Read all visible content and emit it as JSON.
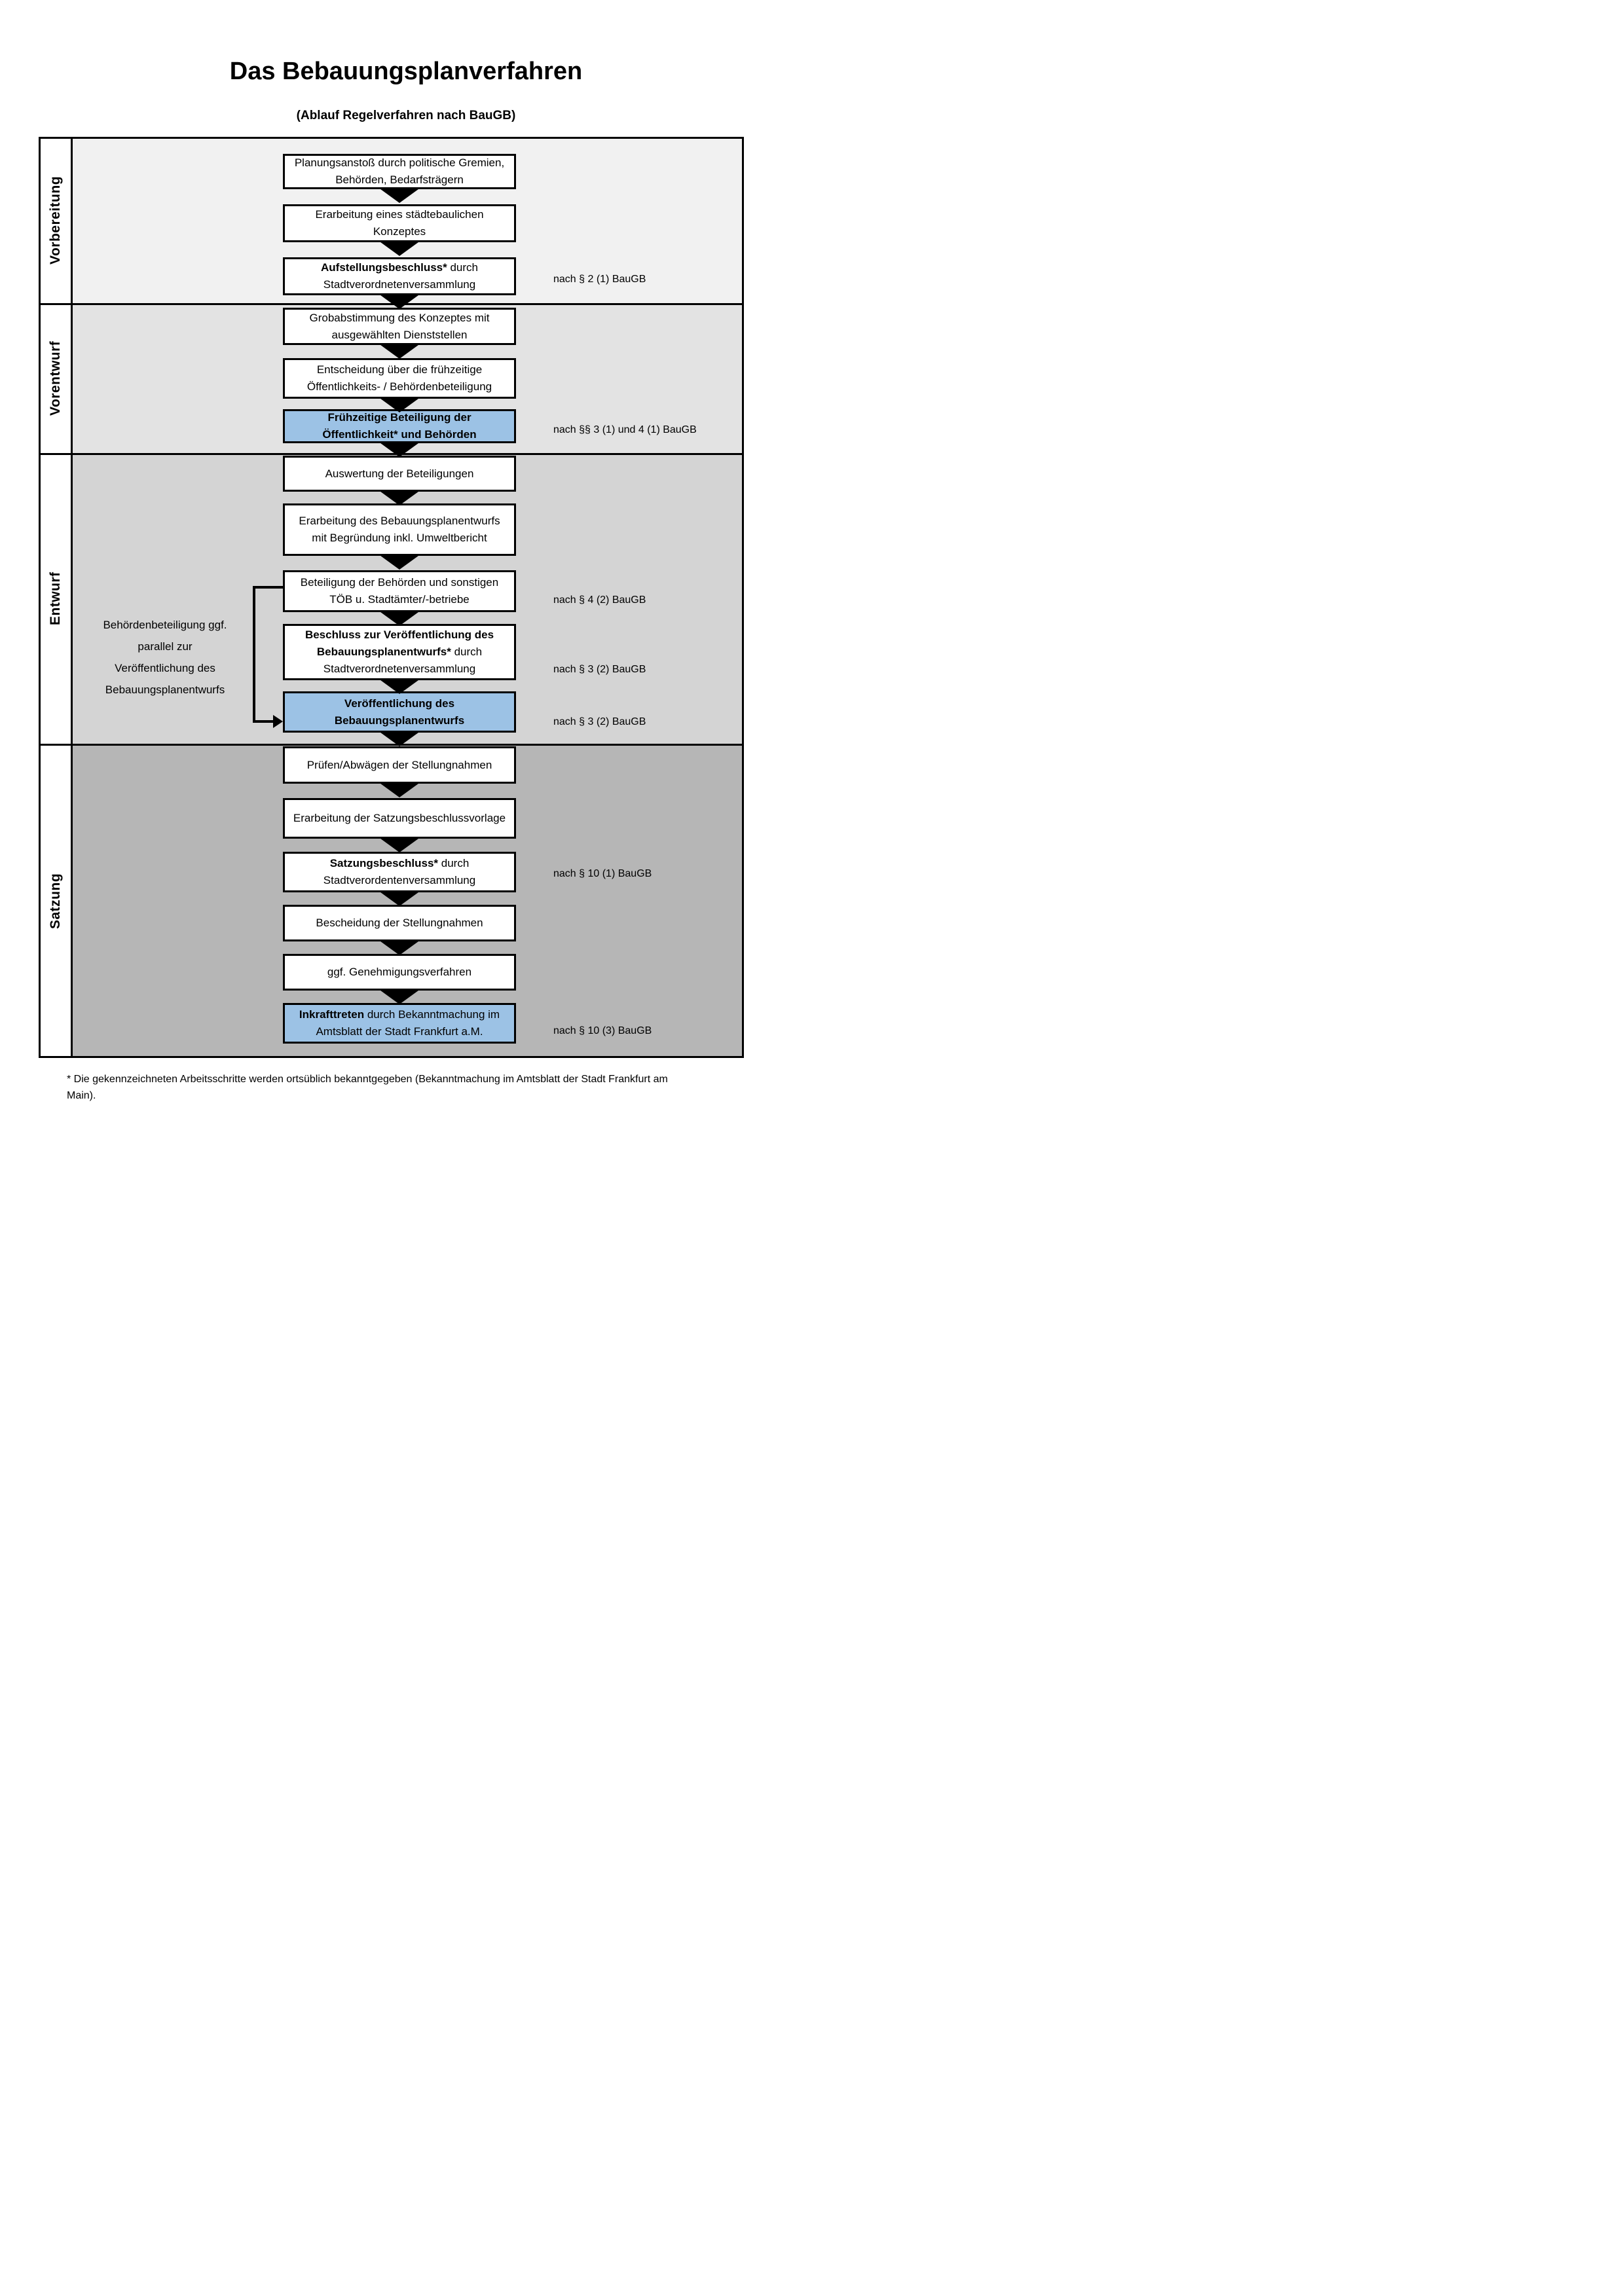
{
  "title": "Das Bebauungsplanverfahren",
  "subtitle": "(Ablauf Regelverfahren nach BauGB)",
  "colors": {
    "highlight_blue": "#9cc2e5",
    "band_vorbereitung": "#f1f1f1",
    "band_vorentwurf": "#e3e3e3",
    "band_entwurf": "#d4d4d4",
    "band_satzung": "#b6b6b6",
    "box_border": "#000000"
  },
  "phases": [
    {
      "label": "Vorbereitung"
    },
    {
      "label": "Vorentwurf"
    },
    {
      "label": "Entwurf"
    },
    {
      "label": "Satzung"
    }
  ],
  "boxes": [
    {
      "bold": "",
      "text": "Planungsanstoß durch politische Gremien, Behörden, Bedarfsträgern",
      "law": ""
    },
    {
      "bold": "",
      "text": "Erarbeitung eines städtebaulichen Konzeptes",
      "law": ""
    },
    {
      "bold": "Aufstellungsbeschluss*",
      "text": " durch Stadtverordnetenversammlung",
      "law": "nach § 2 (1) BauGB"
    },
    {
      "bold": "",
      "text": "Grobabstimmung des Konzeptes mit ausgewählten Dienststellen",
      "law": ""
    },
    {
      "bold": "",
      "text": "Entscheidung über die frühzeitige Öffentlichkeits- / Behördenbeteiligung",
      "law": ""
    },
    {
      "bold": "Frühzeitige Beteiligung der Öffentlichkeit* und Behörden",
      "text": "",
      "law": "nach §§ 3 (1) und 4 (1) BauGB"
    },
    {
      "bold": "",
      "text": "Auswertung der Beteiligungen",
      "law": ""
    },
    {
      "bold": "",
      "text": "Erarbeitung des Bebauungsplanentwurfs mit Begründung inkl. Umweltbericht",
      "law": ""
    },
    {
      "bold": "",
      "text": "Beteiligung der Behörden und sonstigen TÖB u. Stadtämter/-betriebe",
      "law": "nach § 4 (2) BauGB"
    },
    {
      "bold": "Beschluss zur Veröffentlichung des Bebauungsplanentwurfs*",
      "text": " durch Stadtverordnetenversammlung",
      "law": "nach § 3 (2) BauGB"
    },
    {
      "bold": "Veröffentlichung des Bebauungsplanentwurfs",
      "text": "",
      "law": "nach § 3 (2) BauGB"
    },
    {
      "bold": "",
      "text": "Prüfen/Abwägen der Stellungnahmen",
      "law": ""
    },
    {
      "bold": "",
      "text": "Erarbeitung der Satzungsbeschlussvorlage",
      "law": ""
    },
    {
      "bold": "Satzungsbeschluss*",
      "text": " durch Stadtverordentenversammlung",
      "law": "nach § 10 (1) BauGB"
    },
    {
      "bold": "",
      "text": "Bescheidung der Stellungnahmen",
      "law": ""
    },
    {
      "bold": "",
      "text": "ggf. Genehmigungsverfahren",
      "law": ""
    },
    {
      "bold": "Inkrafttreten",
      "text": " durch Bekanntmachung im Amtsblatt der Stadt Frankfurt a.M.",
      "law": "nach § 10 (3) BauGB"
    }
  ],
  "side_note": "Behördenbeteiligung ggf. parallel zur Veröffentlichung des Bebauungsplanentwurfs",
  "footnote": "* Die gekennzeichneten Arbeitsschritte werden ortsüblich bekanntgegeben (Bekanntmachung im Amtsblatt der Stadt Frankfurt am Main)."
}
